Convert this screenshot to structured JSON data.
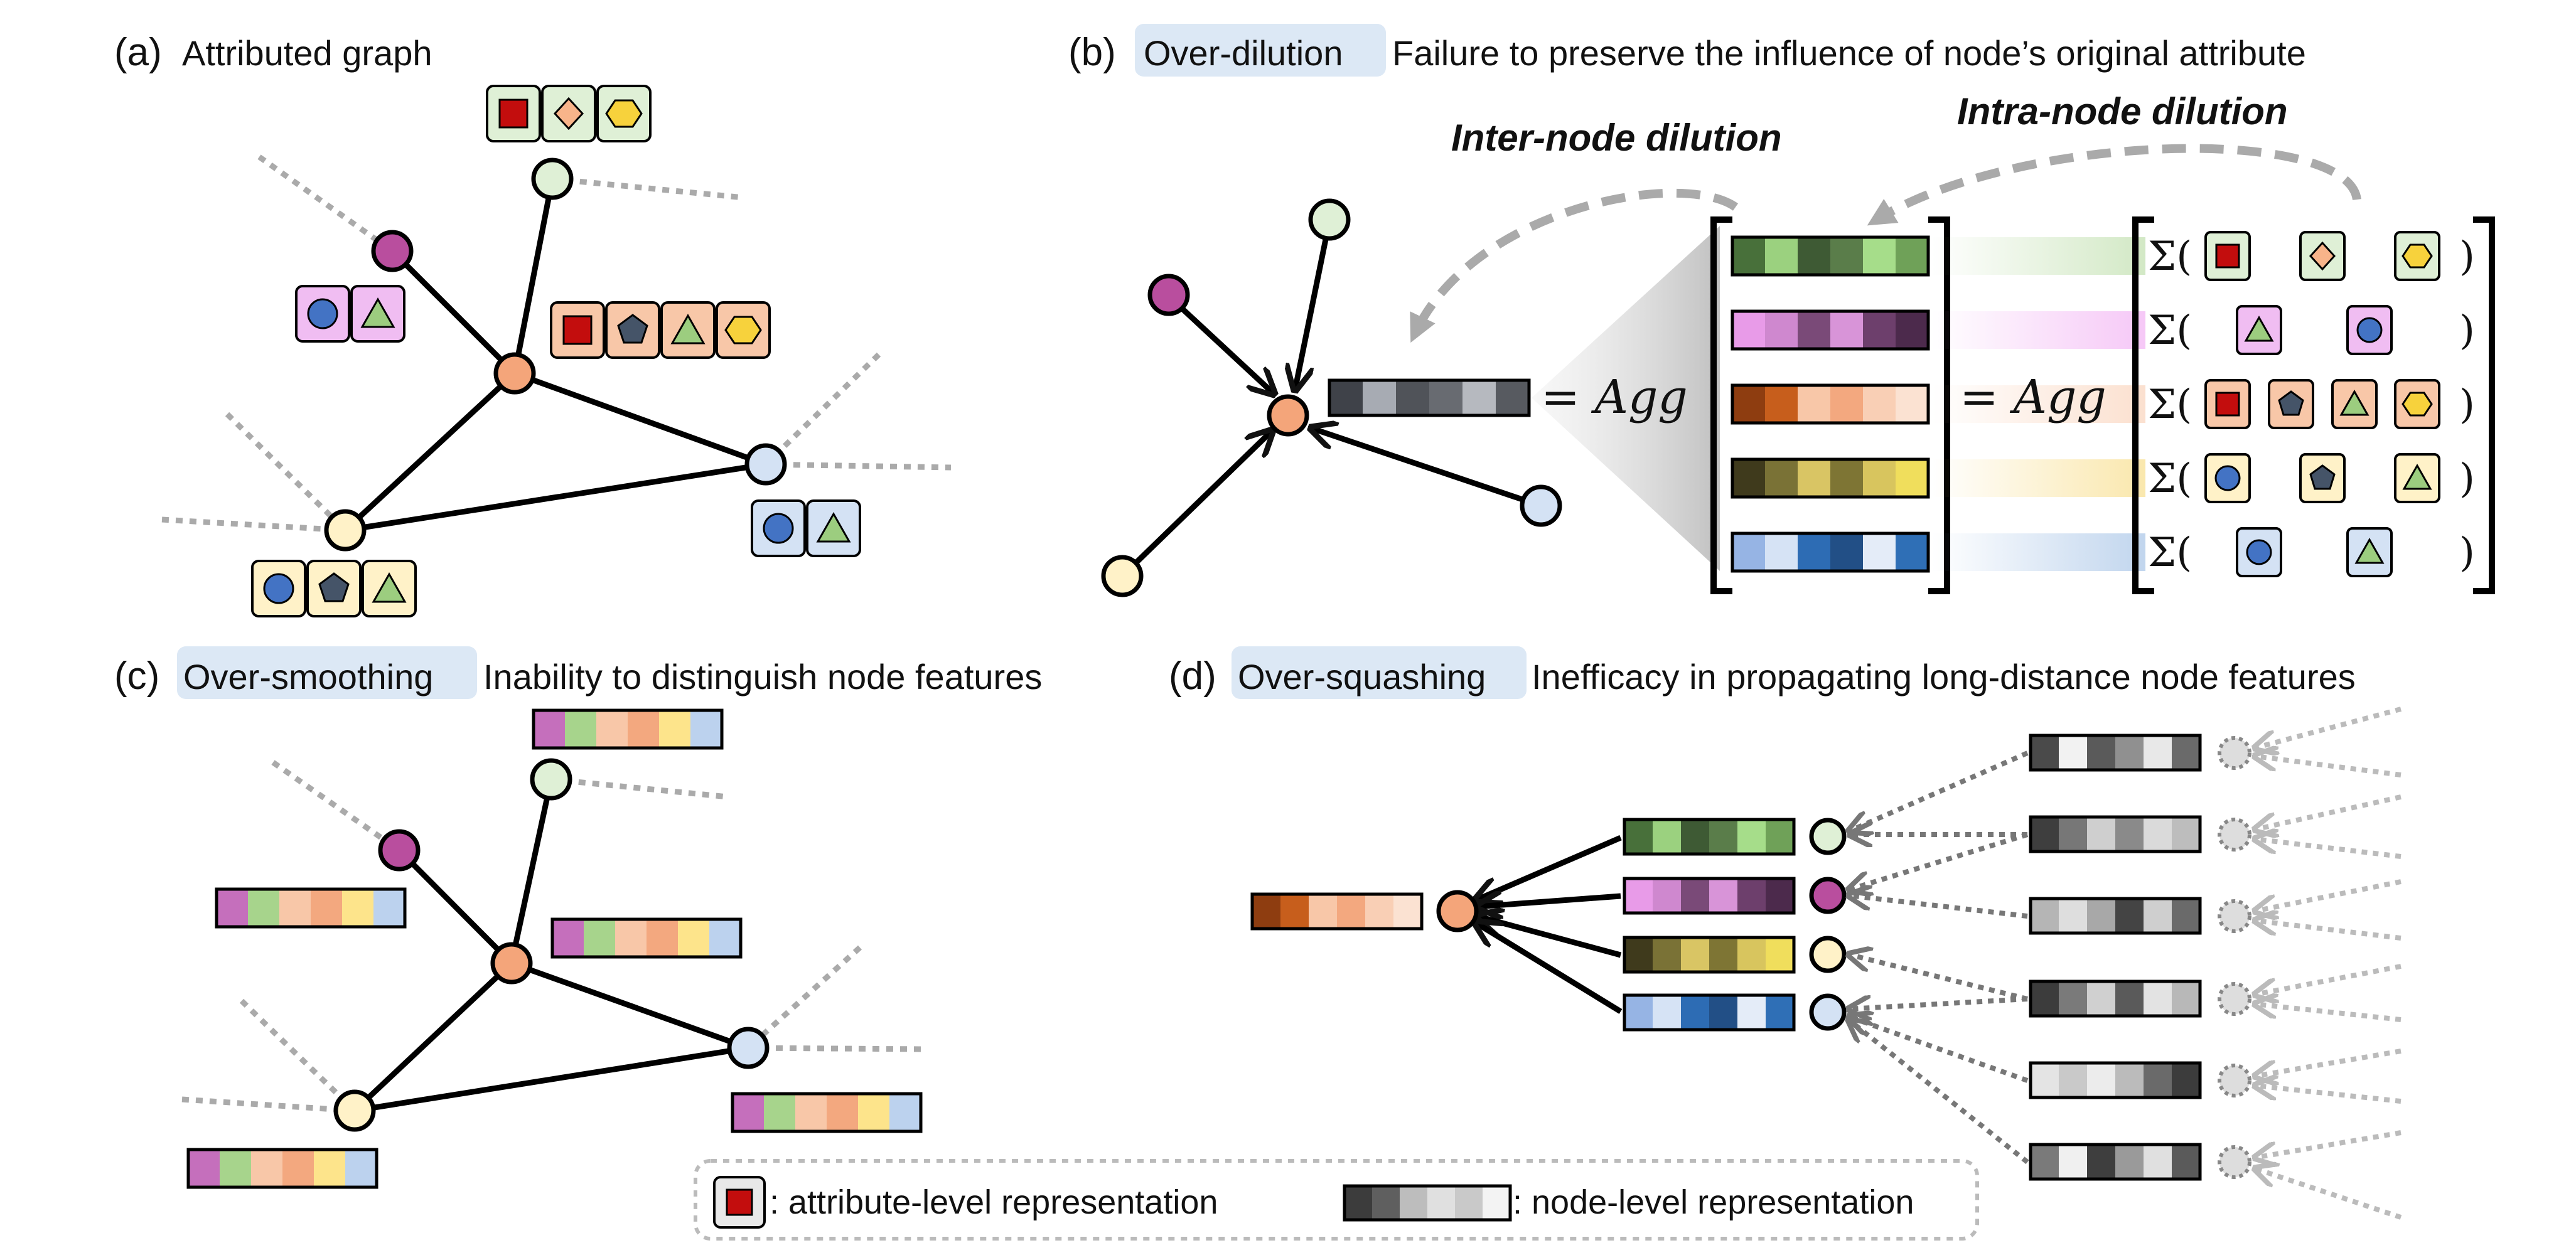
{
  "panel_a": {
    "letter": "(a)",
    "title": "Attributed graph"
  },
  "panel_b": {
    "letter": "(b)",
    "badge": "Over-dilution",
    "title": "Failure to preserve the influence of node’s original attribute",
    "inter_label": "Inter-node dilution",
    "intra_label": "Intra-node dilution",
    "eq1": "= Agg",
    "eq2": "= Agg",
    "sigma": "Σ(",
    "close": ")"
  },
  "panel_c": {
    "letter": "(c)",
    "badge": "Over-smoothing",
    "title": "Inability to distinguish node features"
  },
  "panel_d": {
    "letter": "(d)",
    "badge": "Over-squashing",
    "title": "Inefficacy in propagating long-distance node features"
  },
  "legend": {
    "attr_text": ": attribute-level representation",
    "node_text": ": node-level representation"
  },
  "colors": {
    "center": "#f4a57a",
    "purple": "#b94e9e",
    "green": "#dff0d6",
    "yellow": "#fff2c8",
    "blue": "#d4e2f4",
    "attr_square": "#c30d0d",
    "attr_diamond": "#f8b48a",
    "attr_hex": "#f7d23c",
    "attr_circle": "#4373c4",
    "attr_pentagon": "#455468",
    "attr_triangle": "#9ccd7f",
    "badge_bg": "#dce8f5"
  }
}
